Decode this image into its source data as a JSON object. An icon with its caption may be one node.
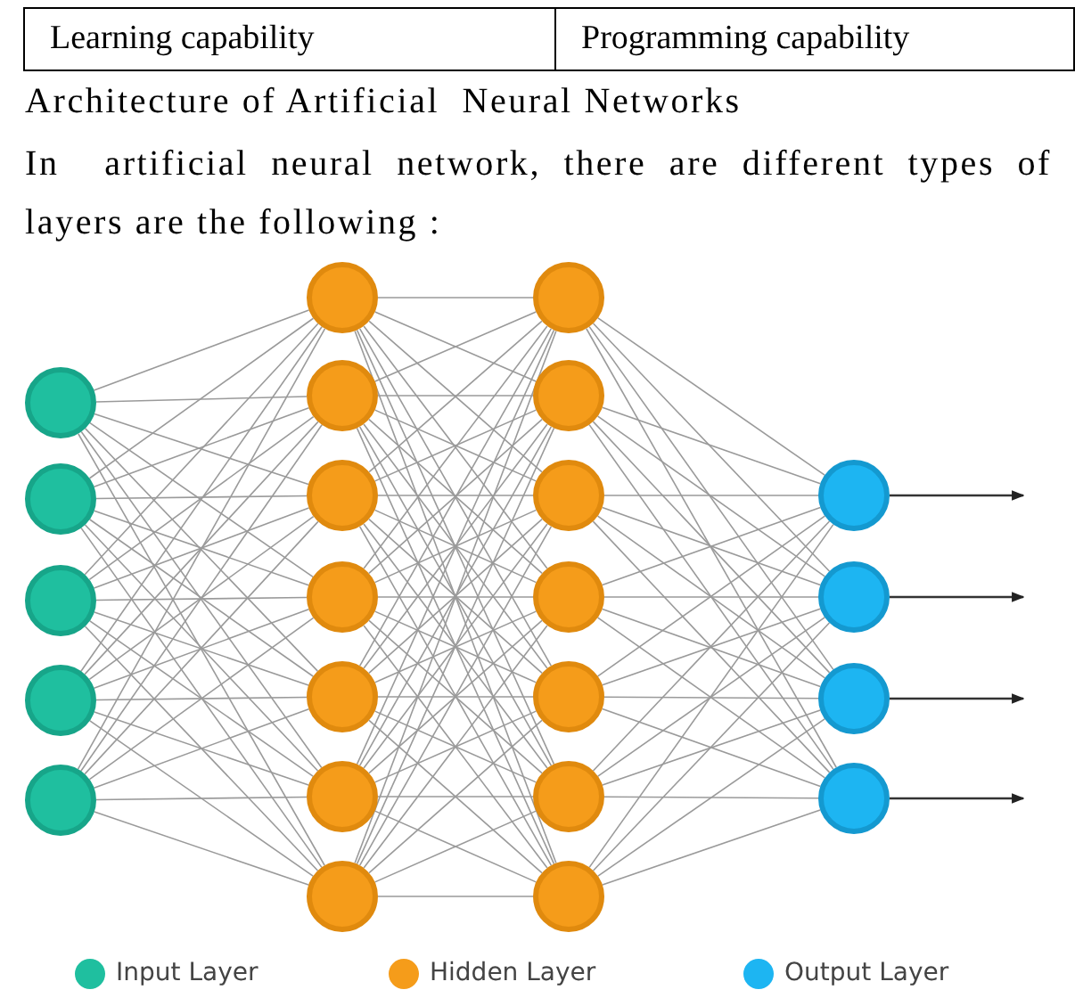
{
  "diagram": {
    "title": "Architecture of Artificial  Neural Networks",
    "nodes": [
      {
        "text": [],
        "shape": "circle"
      },
      {
        "text": [],
        "shape": "circle"
      },
      {
        "text": [],
        "shape": "circle"
      },
      {
        "text": [],
        "shape": "circle"
      },
      {
        "text": [],
        "shape": "circle"
      },
      {
        "text": [],
        "shape": "circle"
      },
      {
        "text": [],
        "shape": "circle"
      },
      {
        "text": [],
        "shape": "circle"
      },
      {
        "text": [],
        "shape": "circle"
      },
      {
        "text": [],
        "shape": "circle"
      },
      {
        "text": [],
        "shape": "circle"
      },
      {
        "text": [],
        "shape": "circle"
      },
      {
        "text": [],
        "shape": "circle"
      },
      {
        "text": [],
        "shape": "circle"
      },
      {
        "text": [],
        "shape": "circle"
      },
      {
        "text": [],
        "shape": "circle"
      },
      {
        "text": [],
        "shape": "circle"
      },
      {
        "text": [],
        "shape": "circle"
      },
      {
        "text": [],
        "shape": "circle"
      },
      {
        "text": [],
        "shape": "circle"
      },
      {
        "text": [],
        "shape": "circle"
      },
      {
        "text": [],
        "shape": "circle"
      },
      {
        "text": [],
        "shape": "circle"
      }
    ],
    "edges": [
      {
        "from": 0,
        "to": 5,
        "arrow": "none"
      },
      {
        "from": 0,
        "to": 6,
        "arrow": "none"
      },
      {
        "from": 0,
        "to": 7,
        "arrow": "none"
      },
      {
        "from": 0,
        "to": 8,
        "arrow": "none"
      },
      {
        "from": 0,
        "to": 9,
        "arrow": "none"
      },
      {
        "from": 0,
        "to": 10,
        "arrow": "none"
      },
      {
        "from": 0,
        "to": 11,
        "arrow": "none"
      },
      {
        "from": 1,
        "to": 5,
        "arrow": "none"
      },
      {
        "from": 1,
        "to": 6,
        "arrow": "none"
      },
      {
        "from": 1,
        "to": 7,
        "arrow": "none"
      },
      {
        "from": 1,
        "to": 8,
        "arrow": "none"
      },
      {
        "from": 1,
        "to": 9,
        "arrow": "none"
      },
      {
        "from": 1,
        "to": 10,
        "arrow": "none"
      },
      {
        "from": 1,
        "to": 11,
        "arrow": "none"
      },
      {
        "from": 2,
        "to": 5,
        "arrow": "none"
      },
      {
        "from": 2,
        "to": 6,
        "arrow": "none"
      },
      {
        "from": 2,
        "to": 7,
        "arrow": "none"
      },
      {
        "from": 2,
        "to": 8,
        "arrow": "none"
      },
      {
        "from": 2,
        "to": 9,
        "arrow": "none"
      },
      {
        "from": 2,
        "to": 10,
        "arrow": "none"
      },
      {
        "from": 2,
        "to": 11,
        "arrow": "none"
      },
      {
        "from": 3,
        "to": 5,
        "arrow": "none"
      },
      {
        "from": 3,
        "to": 6,
        "arrow": "none"
      },
      {
        "from": 3,
        "to": 7,
        "arrow": "none"
      },
      {
        "from": 3,
        "to": 8,
        "arrow": "none"
      },
      {
        "from": 3,
        "to": 9,
        "arrow": "none"
      },
      {
        "from": 3,
        "to": 10,
        "arrow": "none"
      },
      {
        "from": 3,
        "to": 11,
        "arrow": "none"
      },
      {
        "from": 4,
        "to": 5,
        "arrow": "none"
      },
      {
        "from": 4,
        "to": 6,
        "arrow": "none"
      },
      {
        "from": 4,
        "to": 7,
        "arrow": "none"
      },
      {
        "from": 4,
        "to": 8,
        "arrow": "none"
      },
      {
        "from": 4,
        "to": 9,
        "arrow": "none"
      },
      {
        "from": 4,
        "to": 10,
        "arrow": "none"
      },
      {
        "from": 4,
        "to": 11,
        "arrow": "none"
      },
      {
        "from": 5,
        "to": 12,
        "arrow": "none"
      },
      {
        "from": 5,
        "to": 13,
        "arrow": "none"
      },
      {
        "from": 5,
        "to": 14,
        "arrow": "none"
      },
      {
        "from": 5,
        "to": 15,
        "arrow": "none"
      },
      {
        "from": 5,
        "to": 16,
        "arrow": "none"
      },
      {
        "from": 5,
        "to": 17,
        "arrow": "none"
      },
      {
        "from": 5,
        "to": 18,
        "arrow": "none"
      },
      {
        "from": 6,
        "to": 12,
        "arrow": "none"
      },
      {
        "from": 6,
        "to": 13,
        "arrow": "none"
      },
      {
        "from": 6,
        "to": 14,
        "arrow": "none"
      },
      {
        "from": 6,
        "to": 15,
        "arrow": "none"
      },
      {
        "from": 6,
        "to": 16,
        "arrow": "none"
      },
      {
        "from": 6,
        "to": 17,
        "arrow": "none"
      },
      {
        "from": 6,
        "to": 18,
        "arrow": "none"
      },
      {
        "from": 7,
        "to": 12,
        "arrow": "none"
      },
      {
        "from": 7,
        "to": 13,
        "arrow": "none"
      },
      {
        "from": 7,
        "to": 14,
        "arrow": "none"
      },
      {
        "from": 7,
        "to": 15,
        "arrow": "none"
      },
      {
        "from": 7,
        "to": 16,
        "arrow": "none"
      },
      {
        "from": 7,
        "to": 17,
        "arrow": "none"
      },
      {
        "from": 7,
        "to": 18,
        "arrow": "none"
      },
      {
        "from": 8,
        "to": 12,
        "arrow": "none"
      },
      {
        "from": 8,
        "to": 13,
        "arrow": "none"
      },
      {
        "from": 8,
        "to": 14,
        "arrow": "none"
      },
      {
        "from": 8,
        "to": 15,
        "arrow": "none"
      },
      {
        "from": 8,
        "to": 16,
        "arrow": "none"
      },
      {
        "from": 8,
        "to": 17,
        "arrow": "none"
      },
      {
        "from": 8,
        "to": 18,
        "arrow": "none"
      },
      {
        "from": 9,
        "to": 12,
        "arrow": "none"
      },
      {
        "from": 9,
        "to": 13,
        "arrow": "none"
      },
      {
        "from": 9,
        "to": 14,
        "arrow": "none"
      },
      {
        "from": 9,
        "to": 15,
        "arrow": "none"
      },
      {
        "from": 9,
        "to": 16,
        "arrow": "none"
      },
      {
        "from": 9,
        "to": 17,
        "arrow": "none"
      },
      {
        "from": 9,
        "to": 18,
        "arrow": "none"
      },
      {
        "from": 10,
        "to": 12,
        "arrow": "none"
      },
      {
        "from": 10,
        "to": 13,
        "arrow": "none"
      },
      {
        "from": 10,
        "to": 14,
        "arrow": "none"
      },
      {
        "from": 10,
        "to": 15,
        "arrow": "none"
      },
      {
        "from": 10,
        "to": 16,
        "arrow": "none"
      },
      {
        "from": 10,
        "to": 17,
        "arrow": "none"
      },
      {
        "from": 10,
        "to": 18,
        "arrow": "none"
      },
      {
        "from": 11,
        "to": 12,
        "arrow": "none"
      },
      {
        "from": 11,
        "to": 13,
        "arrow": "none"
      },
      {
        "from": 11,
        "to": 14,
        "arrow": "none"
      },
      {
        "from": 11,
        "to": 15,
        "arrow": "none"
      },
      {
        "from": 11,
        "to": 16,
        "arrow": "none"
      },
      {
        "from": 11,
        "to": 17,
        "arrow": "none"
      },
      {
        "from": 11,
        "to": 18,
        "arrow": "none"
      },
      {
        "from": 12,
        "to": 19,
        "arrow": "none"
      },
      {
        "from": 12,
        "to": 20,
        "arrow": "none"
      },
      {
        "from": 12,
        "to": 21,
        "arrow": "none"
      },
      {
        "from": 12,
        "to": 22,
        "arrow": "none"
      },
      {
        "from": 13,
        "to": 19,
        "arrow": "none"
      },
      {
        "from": 13,
        "to": 20,
        "arrow": "none"
      },
      {
        "from": 13,
        "to": 21,
        "arrow": "none"
      },
      {
        "from": 13,
        "to": 22,
        "arrow": "none"
      },
      {
        "from": 14,
        "to": 19,
        "arrow": "none"
      },
      {
        "from": 14,
        "to": 20,
        "arrow": "none"
      },
      {
        "from": 14,
        "to": 21,
        "arrow": "none"
      },
      {
        "from": 14,
        "to": 22,
        "arrow": "none"
      },
      {
        "from": 15,
        "to": 19,
        "arrow": "none"
      },
      {
        "from": 15,
        "to": 20,
        "arrow": "none"
      },
      {
        "from": 15,
        "to": 21,
        "arrow": "none"
      },
      {
        "from": 15,
        "to": 22,
        "arrow": "none"
      },
      {
        "from": 16,
        "to": 19,
        "arrow": "none"
      },
      {
        "from": 16,
        "to": 20,
        "arrow": "none"
      },
      {
        "from": 16,
        "to": 21,
        "arrow": "none"
      },
      {
        "from": 16,
        "to": 22,
        "arrow": "none"
      },
      {
        "from": 17,
        "to": 19,
        "arrow": "none"
      },
      {
        "from": 17,
        "to": 20,
        "arrow": "none"
      },
      {
        "from": 17,
        "to": 21,
        "arrow": "none"
      },
      {
        "from": 17,
        "to": 22,
        "arrow": "none"
      },
      {
        "from": 18,
        "to": 19,
        "arrow": "none"
      },
      {
        "from": 18,
        "to": 20,
        "arrow": "none"
      },
      {
        "from": 18,
        "to": 21,
        "arrow": "none"
      },
      {
        "from": 18,
        "to": 22,
        "arrow": "none"
      },
      {
        "from": 19,
        "to": null,
        "arrow": "to",
        "color": "#333333"
      },
      {
        "from": 20,
        "to": null,
        "arrow": "to",
        "color": "#333333"
      },
      {
        "from": 21,
        "to": null,
        "arrow": "to",
        "color": "#333333"
      },
      {
        "from": 22,
        "to": null,
        "arrow": "to",
        "color": "#333333"
      }
    ],
    "labels": [
      "Learning capability",
      "Programming capability",
      "In  artificial neural network, there are different types of layers are the following :"
    ],
    "legend": [
      {
        "text": "Input Layer",
        "color": "#1fbf9f"
      },
      {
        "text": "Hidden Layer",
        "color": "#f59c1a"
      },
      {
        "text": "Output Layer",
        "color": "#1db5f2"
      }
    ]
  }
}
